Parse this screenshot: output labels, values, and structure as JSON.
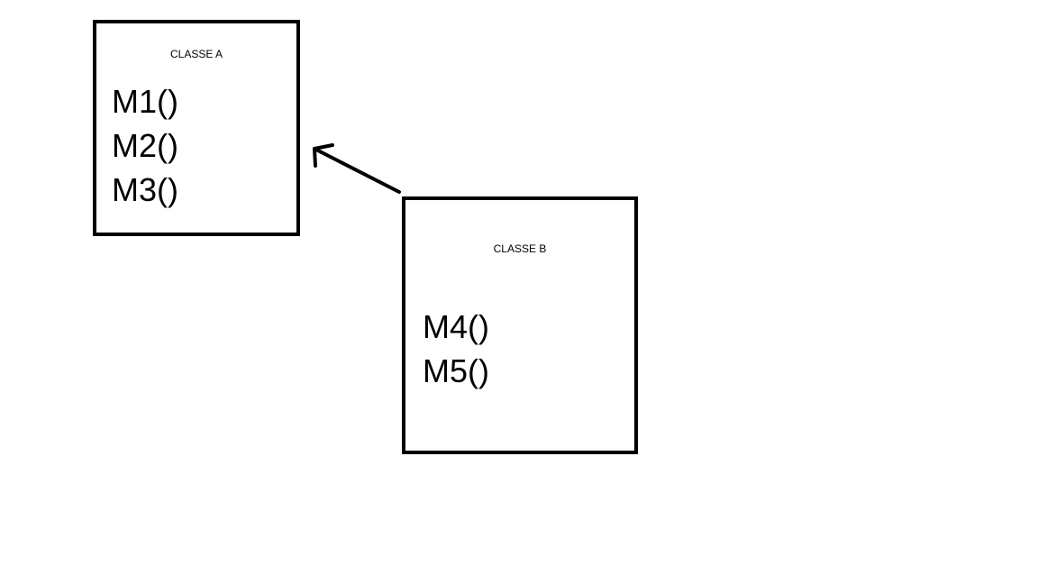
{
  "diagram": {
    "classes": [
      {
        "id": "class-a",
        "title": "CLASSE A",
        "methods": [
          "M1()",
          "M2()",
          "M3()"
        ]
      },
      {
        "id": "class-b",
        "title": "CLASSE B",
        "methods": [
          "M4()",
          "M5()"
        ]
      }
    ],
    "relations": [
      {
        "from": "class-b",
        "to": "class-a",
        "kind": "arrow"
      }
    ],
    "colors": {
      "stroke": "#000000",
      "background": "#ffffff"
    }
  }
}
